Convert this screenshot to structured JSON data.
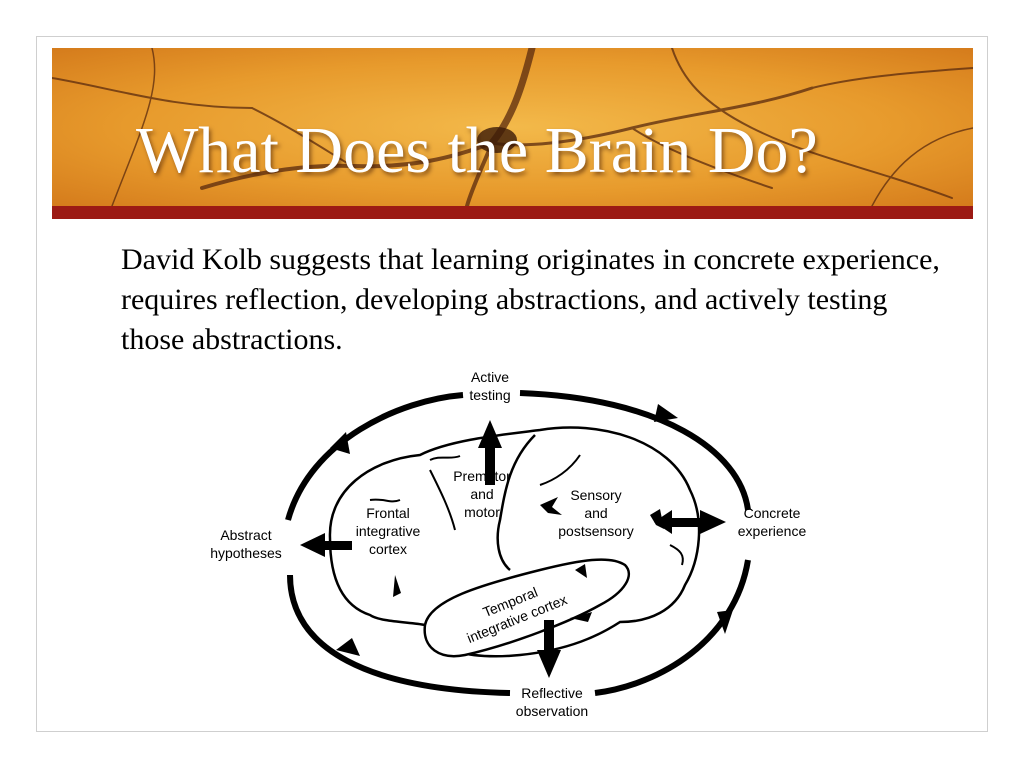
{
  "slide": {
    "title": "What Does the Brain Do?",
    "body": "David Kolb suggests that learning originates in concrete experience, requires reflection, developing abstractions, and actively testing those abstractions."
  },
  "colors": {
    "banner": "#e8a235",
    "stripe": "#9c1a14",
    "frame": "#cfcfcf"
  },
  "diagram": {
    "active_testing": [
      "Active",
      "testing"
    ],
    "concrete_experience": [
      "Concrete",
      "experience"
    ],
    "reflective_observation": [
      "Reflective",
      "observation"
    ],
    "abstract_hypotheses": [
      "Abstract",
      "hypotheses"
    ],
    "premotor": [
      "Premotor",
      "and",
      "motor"
    ],
    "sensory": [
      "Sensory",
      "and",
      "postsensory"
    ],
    "frontal": [
      "Frontal",
      "integrative",
      "cortex"
    ],
    "temporal": [
      "Temporal",
      "integrative cortex"
    ]
  }
}
